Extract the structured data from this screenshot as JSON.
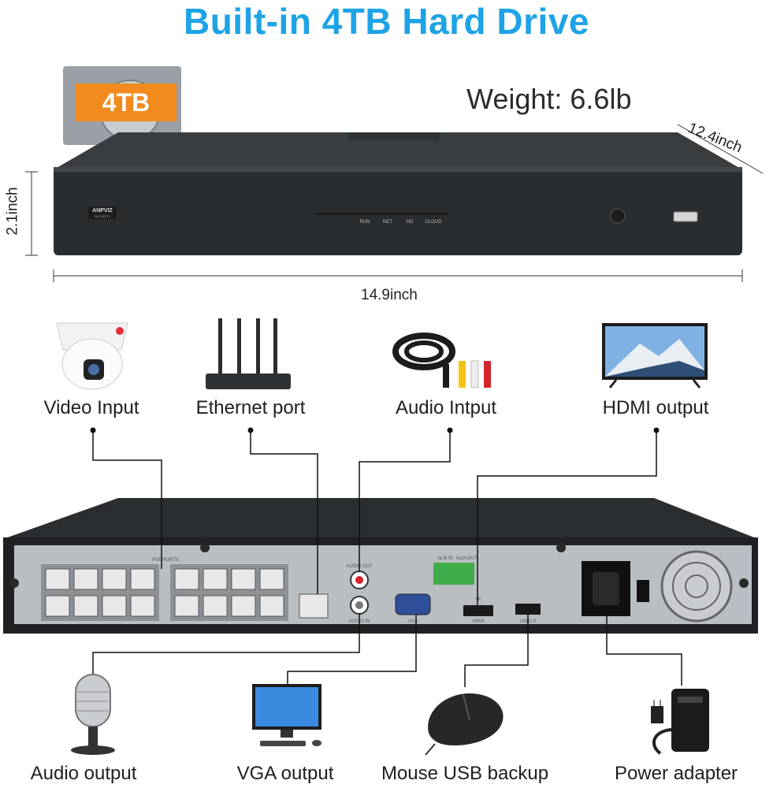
{
  "title": "Built-in 4TB Hard Drive",
  "weight": "Weight: 6.6lb",
  "hdd_badge": "4TB",
  "dimensions": {
    "depth": "12.4inch",
    "height": "2.1inch",
    "width": "14.9inch"
  },
  "brand": "ANPVIZ",
  "brand_sub": "SECURITY",
  "front_leds": [
    "RUN",
    "NET",
    "HD",
    "CLOUD"
  ],
  "rear_labels": {
    "poe_ports": "PoE PORTS",
    "audio_out": "AUDIO OUT",
    "audio_in": "AUDIO IN",
    "vga": "VGA",
    "hdmi": "HDMI",
    "usb": "USB2.0",
    "alarm_in": "ALM IN",
    "alarm_out": "ALM OUT",
    "uhd": "4K"
  },
  "top_ports": [
    "Video Input",
    "Ethernet port",
    "Audio Intput",
    "HDMI output"
  ],
  "bottom_ports": [
    "Audio output",
    "VGA output",
    "Mouse USB backup",
    "Power adapter"
  ],
  "colors": {
    "title": "#1ea3e6",
    "hdd_badge": "#f28a1e",
    "nvr_body": "#2a2d30",
    "rear_panel": "#b9bec3"
  }
}
